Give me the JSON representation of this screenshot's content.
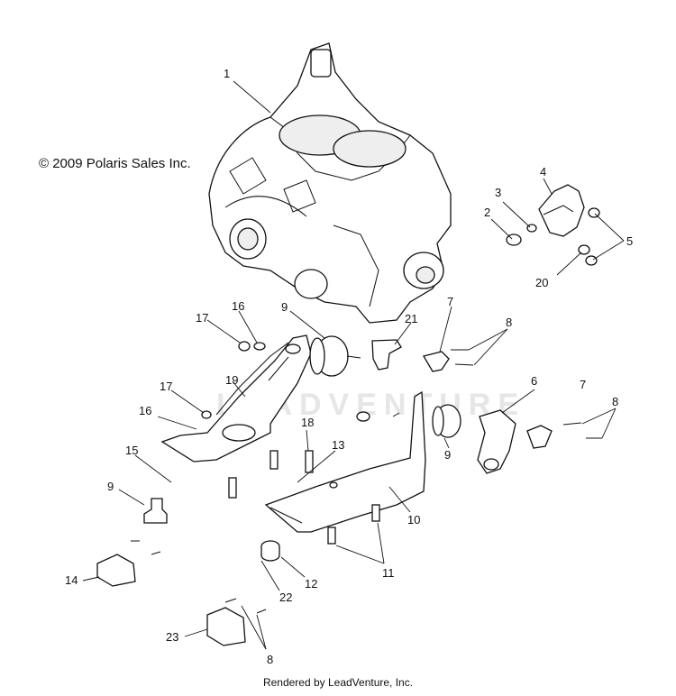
{
  "copyright": "© 2009 Polaris Sales Inc.",
  "footer": "Rendered by LeadVenture, Inc.",
  "watermark": "LEADVENTURE",
  "callouts": [
    {
      "id": "c1",
      "label": "1"
    },
    {
      "id": "c2",
      "label": "2"
    },
    {
      "id": "c3",
      "label": "3"
    },
    {
      "id": "c4",
      "label": "4"
    },
    {
      "id": "c5",
      "label": "5"
    },
    {
      "id": "c20",
      "label": "20"
    },
    {
      "id": "c17a",
      "label": "17"
    },
    {
      "id": "c16a",
      "label": "16"
    },
    {
      "id": "c9a",
      "label": "9"
    },
    {
      "id": "c21",
      "label": "21"
    },
    {
      "id": "c7a",
      "label": "7"
    },
    {
      "id": "c8a",
      "label": "8"
    },
    {
      "id": "c17b",
      "label": "17"
    },
    {
      "id": "c19",
      "label": "19"
    },
    {
      "id": "c16b",
      "label": "16"
    },
    {
      "id": "c18",
      "label": "18"
    },
    {
      "id": "c6",
      "label": "6"
    },
    {
      "id": "c7b",
      "label": "7"
    },
    {
      "id": "c8b",
      "label": "8"
    },
    {
      "id": "c15",
      "label": "15"
    },
    {
      "id": "c13",
      "label": "13"
    },
    {
      "id": "c9b",
      "label": "9"
    },
    {
      "id": "c9c",
      "label": "9"
    },
    {
      "id": "c10",
      "label": "10"
    },
    {
      "id": "c14",
      "label": "14"
    },
    {
      "id": "c12",
      "label": "12"
    },
    {
      "id": "c11",
      "label": "11"
    },
    {
      "id": "c22",
      "label": "22"
    },
    {
      "id": "c23",
      "label": "23"
    },
    {
      "id": "c8c",
      "label": "8"
    }
  ]
}
